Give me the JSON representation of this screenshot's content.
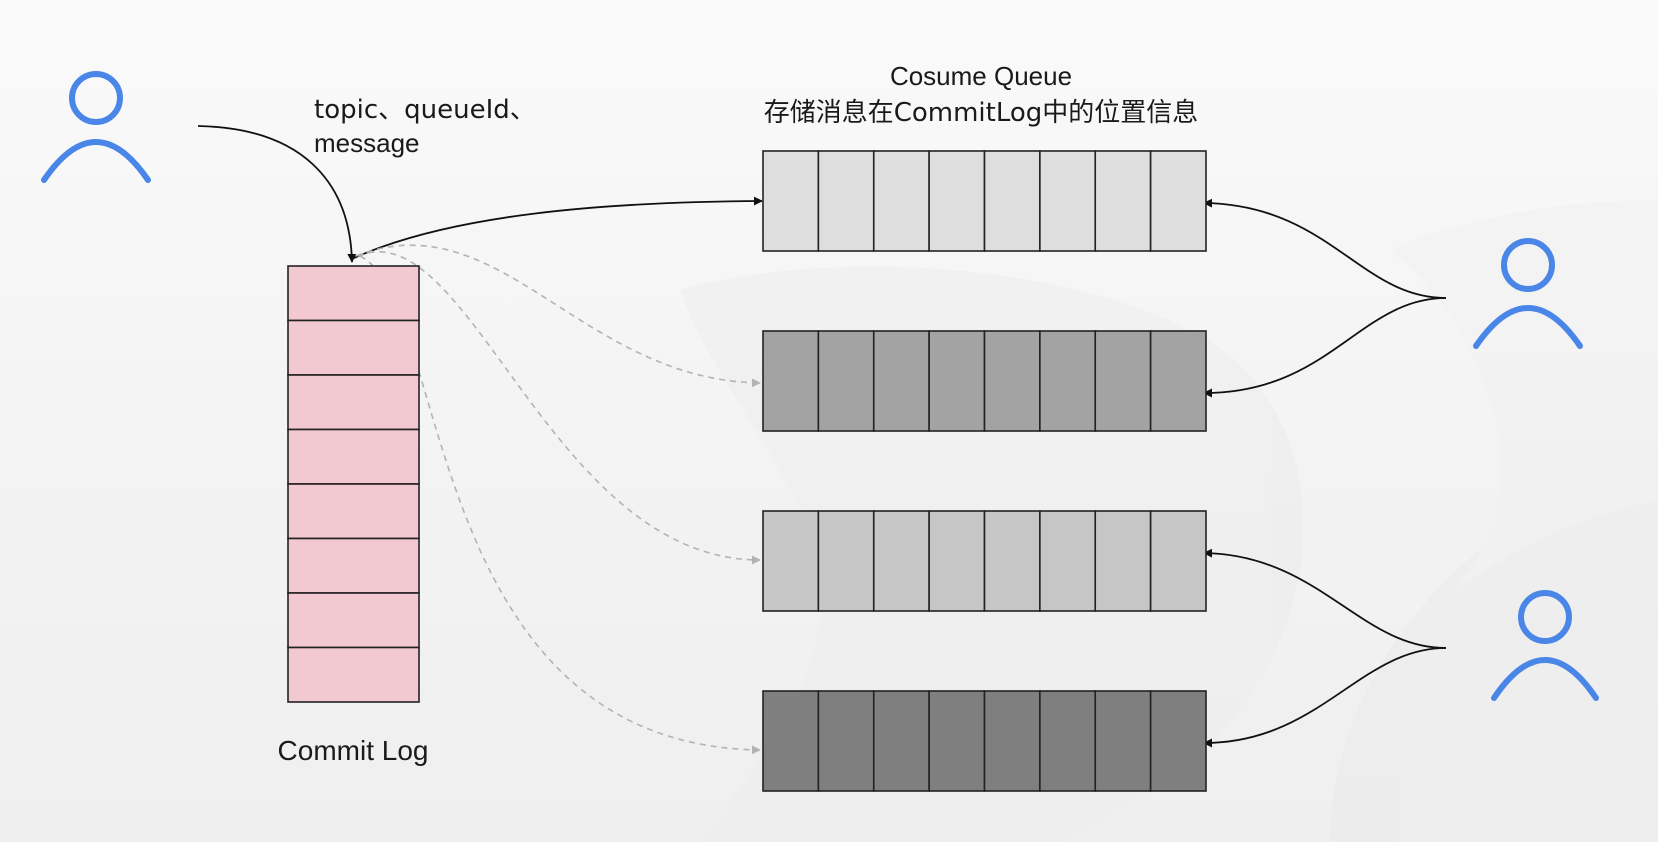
{
  "labels": {
    "message_line1": "topic、queueId、",
    "message_line2": "message",
    "queue_title_line1": "Cosume Queue",
    "queue_title_line2": "存储消息在CommitLog中的位置信息",
    "commit_log": "Commit Log"
  },
  "commit_log": {
    "cell_count": 8,
    "fill": "#f2c9d1"
  },
  "consume_queues": [
    {
      "cell_count": 8,
      "fill": "#dedede"
    },
    {
      "cell_count": 8,
      "fill": "#a3a3a3"
    },
    {
      "cell_count": 8,
      "fill": "#c6c6c6"
    },
    {
      "cell_count": 8,
      "fill": "#7f7f7f"
    }
  ],
  "icons": {
    "producer": "user-icon",
    "consumers": [
      "user-icon",
      "user-icon"
    ]
  },
  "colors": {
    "user_icon": "#4a86e8",
    "solid_arrow": "#111111",
    "dashed_arrow": "#b3b3b3",
    "cell_border": "#222222"
  }
}
